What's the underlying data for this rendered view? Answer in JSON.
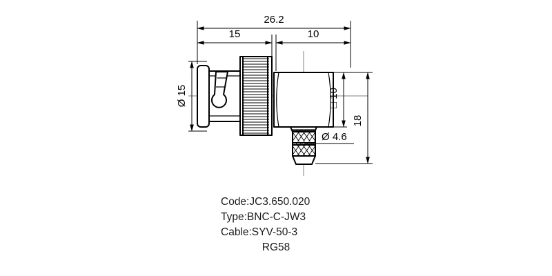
{
  "drawing": {
    "title": "BNC right-angle crimp plug outline drawing",
    "background_color": "#ffffff",
    "line_color": "#000000",
    "centerline_color": "#808080",
    "dimensions": {
      "overall_length": "26.2",
      "nut_length": "15",
      "body_length": "10",
      "flange_diameter": "Ø 15",
      "body_square": "□ 10",
      "overall_height": "18",
      "ferrule_diameter": "Ø 4.6"
    },
    "specs": {
      "code": "Code:JC3.650.020",
      "type": "Type:BNC-C-JW3",
      "cable": "Cable:SYV-50-3",
      "cable_alt": "RG58"
    }
  }
}
